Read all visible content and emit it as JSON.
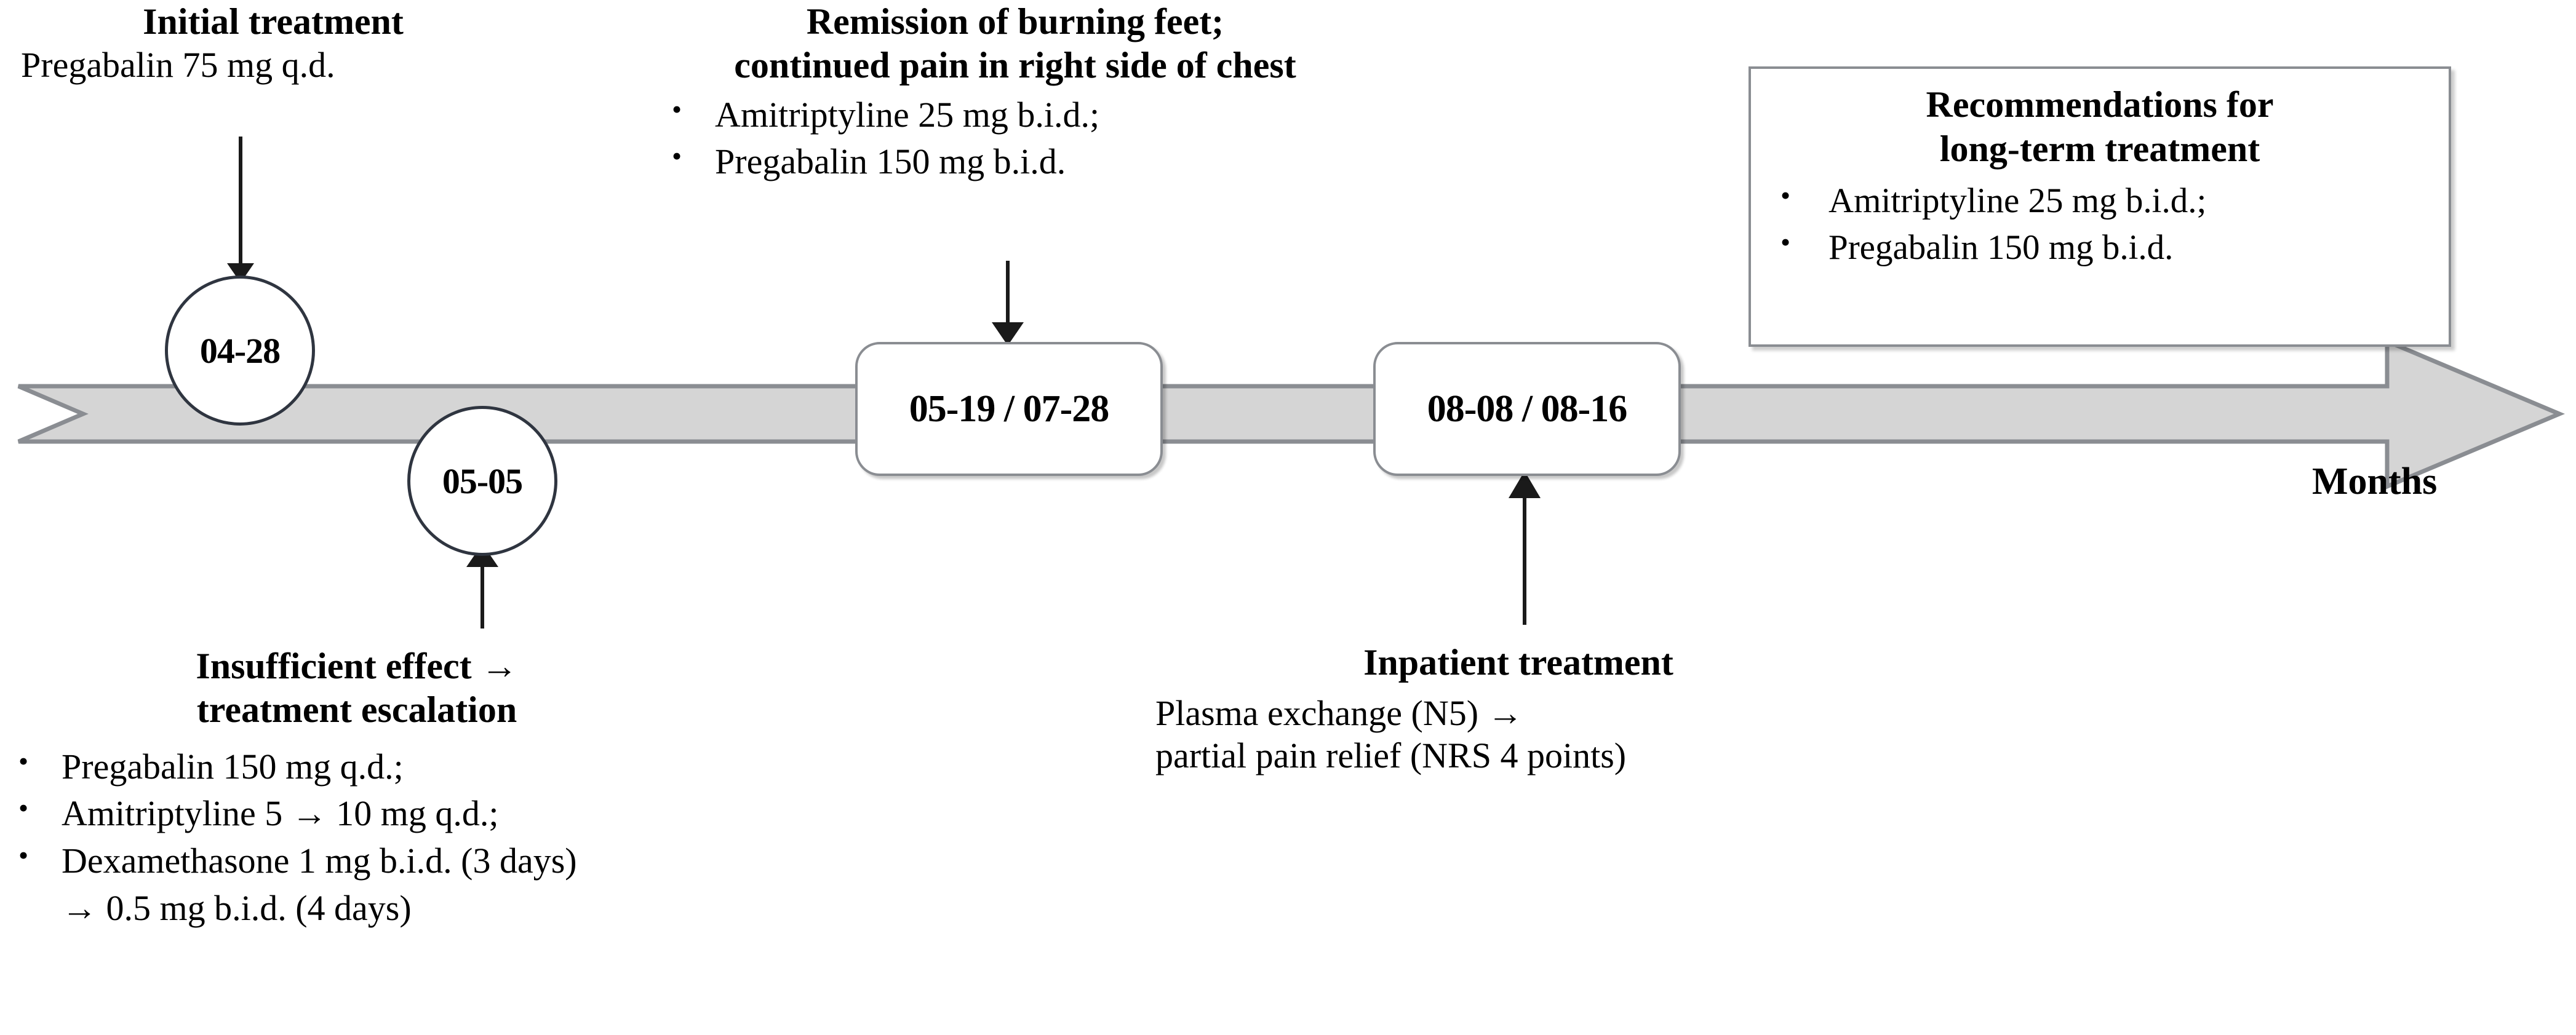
{
  "diagram": {
    "title": "Clinical treatment timeline",
    "axis_label": "Months",
    "ribbon_color": "#d5d5d5",
    "ribbon_stroke": "#8a8d92",
    "node_circle_stroke": "#2f3540",
    "node_rect_stroke": "#8a8d92",
    "arrow_color": "#1a1a1a"
  },
  "nodes": [
    {
      "id": "n1",
      "label": "04-28",
      "shape": "circle"
    },
    {
      "id": "n2",
      "label": "05-05",
      "shape": "circle"
    },
    {
      "id": "n3",
      "label": "05-19 / 07-28",
      "shape": "rounded-rect"
    },
    {
      "id": "n4",
      "label": "08-08 / 08-16",
      "shape": "rounded-rect"
    }
  ],
  "annotations": {
    "initial_treatment": {
      "heading": "Initial treatment",
      "lines": [
        "Pregabalin 75 mg q.d."
      ]
    },
    "remission": {
      "heading_line1": "Remission of burning feet;",
      "heading_line2": "continued pain in right side of chest",
      "bullets": [
        "Amitriptyline 25 mg b.i.d.;",
        "Pregabalin 150 mg b.i.d."
      ]
    },
    "escalation": {
      "heading_line1": "Insufficient effect →",
      "heading_line2": "treatment escalation",
      "bullets": [
        "Pregabalin 150 mg q.d.;",
        "Amitriptyline 5 → 10 mg q.d.;",
        "Dexamethasone 1 mg b.i.d. (3 days)"
      ],
      "continuation": "→ 0.5 mg b.i.d. (4 days)"
    },
    "inpatient": {
      "heading": "Inpatient treatment",
      "lines": [
        "Plasma exchange (N5) →",
        "partial pain relief (NRS 4 points)"
      ]
    },
    "recommendations": {
      "heading_line1": "Recommendations for",
      "heading_line2": "long-term treatment",
      "bullets": [
        "Amitriptyline 25 mg b.i.d.;",
        "Pregabalin 150 mg b.i.d."
      ]
    }
  },
  "bullet_glyph": "•"
}
